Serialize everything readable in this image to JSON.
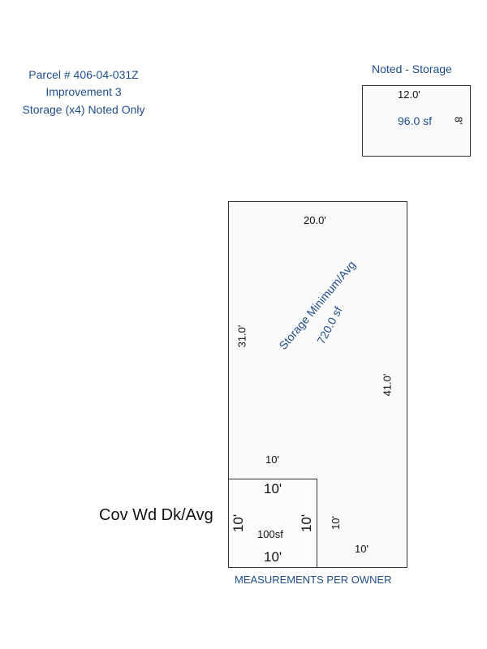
{
  "header": {
    "line1": "Parcel # 406-04-031Z",
    "line2": "Improvement 3",
    "line3": "Storage (x4) Noted Only"
  },
  "noted_storage": {
    "title": "Noted - Storage",
    "width": "12.0'",
    "height": "8'",
    "area": "96.0 sf"
  },
  "main_storage": {
    "top": "20.0'",
    "left": "31.0'",
    "right": "41.0'",
    "label": "Storage Minimum/Avg",
    "area": "720.0 sf",
    "notch_top": "10'",
    "notch_right": "10'",
    "notch_bottom": "10'"
  },
  "deck": {
    "label": "Cov Wd Dk/Avg",
    "top": "10'",
    "bottom": "10'",
    "left": "10'",
    "right": "10'",
    "area": "100sf"
  },
  "footer": {
    "note": "MEASUREMENTS PER OWNER"
  },
  "colors": {
    "label_blue": "#1f4e8c",
    "outline": "#333333",
    "fill": "#fafafa"
  }
}
